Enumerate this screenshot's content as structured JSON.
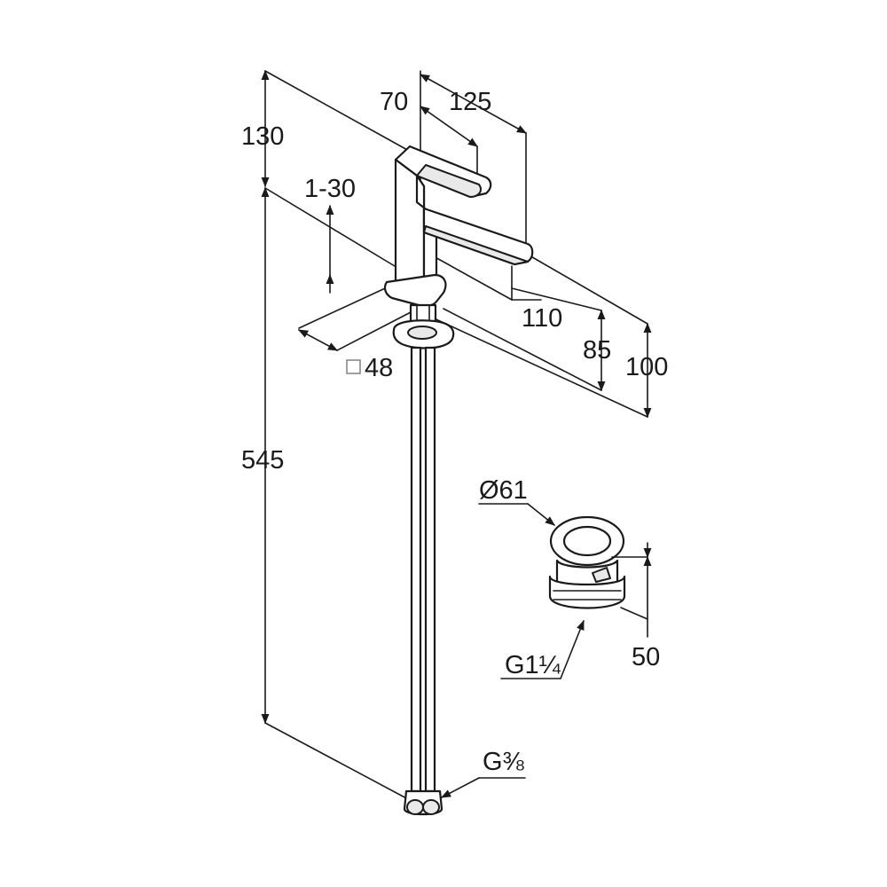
{
  "dimensions": {
    "spout_height_top": "130",
    "handle_offset": "70",
    "spout_length_top": "125",
    "tilt_angle": "1-30",
    "spout_projection": "110",
    "outlet_height": "85",
    "total_height_label": "100",
    "body_square": "48",
    "hose_length": "545",
    "drain_diameter": "Ø61",
    "drain_thread": "G1¼",
    "drain_height": "50",
    "hose_thread": "G⅜"
  },
  "icons": {
    "square_symbol": "square-symbol-icon"
  }
}
